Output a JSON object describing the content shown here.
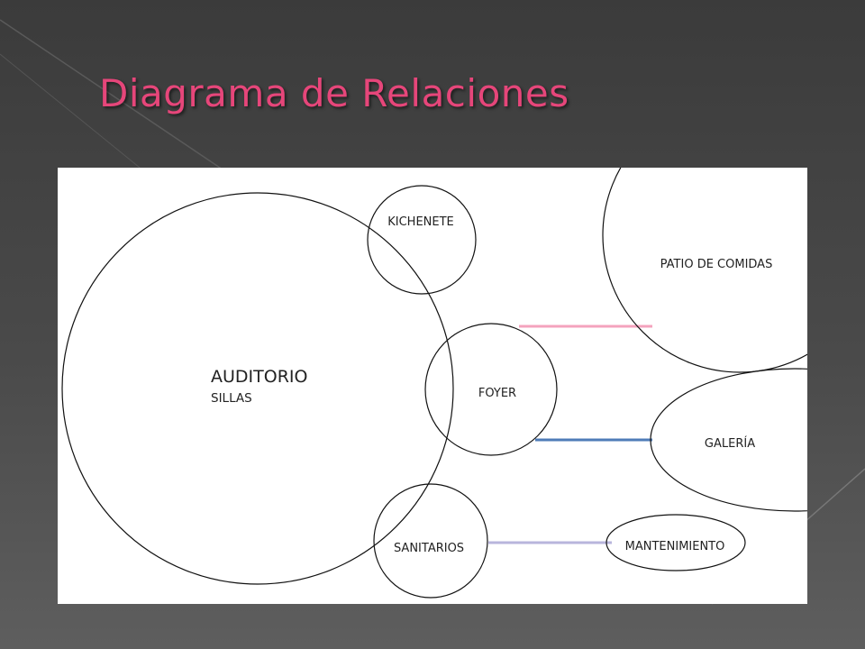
{
  "slide": {
    "title": "Diagrama de Relaciones",
    "title_color": "#e6467a",
    "background_color": "#4a4a4a"
  },
  "diagram": {
    "spaces": {
      "auditorio": {
        "name": "AUDITORIO",
        "detail": "SILLAS"
      },
      "kichenete": {
        "name": "KICHENETE"
      },
      "foyer": {
        "name": "FOYER"
      },
      "sanitarios": {
        "name": "SANITARIOS"
      },
      "patio": {
        "name": "PATIO DE COMIDAS"
      },
      "galeria": {
        "name": "GALERÍA"
      },
      "mantenimiento": {
        "name": "MANTENIMIENTO"
      }
    },
    "connections": [
      {
        "from": "FOYER",
        "to": "PATIO DE COMIDAS",
        "color": "#f4a3bd"
      },
      {
        "from": "FOYER",
        "to": "GALERÍA",
        "color": "#4f7cb8"
      },
      {
        "from": "SANITARIOS",
        "to": "MANTENIMIENTO",
        "color": "#b8b5dc"
      }
    ]
  }
}
